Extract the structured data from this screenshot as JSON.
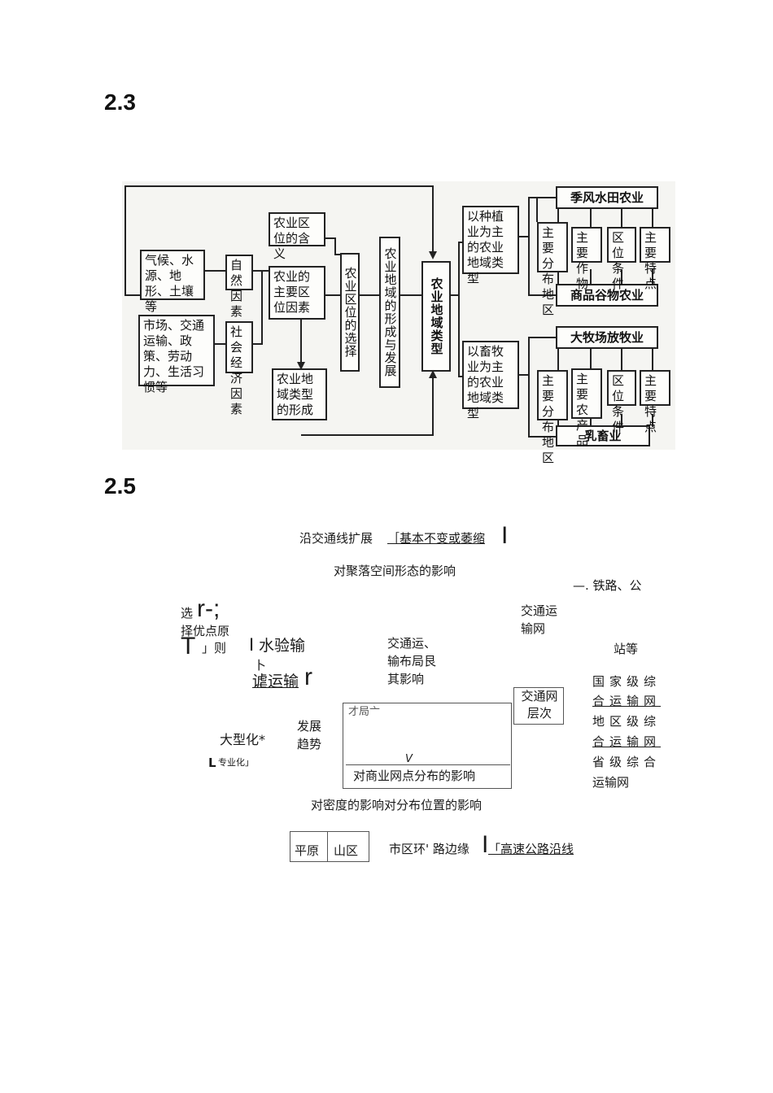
{
  "headings": {
    "h1": "2.3",
    "h2": "2.5"
  },
  "diagram1": {
    "climate": "气候、水源、地形、土壤等",
    "market": "市场、交通运输、政策、劳动力、生活习惯等",
    "natural": "自然因素",
    "social": "社会经济因素",
    "meaning": "农业区位的含义",
    "factors": "农业的主要区位因素",
    "formation": "农业地域类型的形成",
    "choice": "农业区位的选择",
    "develop": "农业地域的形成与发展",
    "types": "农业地域类型",
    "planting": "以种植业为主的农业地域类型",
    "livestock": "以畜牧业为主的农业地域类型",
    "monsoon": "季风水田农业",
    "grain": "商品谷物农业",
    "ranch": "大牧场放牧业",
    "dairy": "乳畜业",
    "area1": "主要分布地区",
    "crop": "主要作物",
    "cond1": "区位条件",
    "feat1": "主要特点",
    "area2": "主要分布地区",
    "product": "主要农产品",
    "cond2": "区位条件",
    "feat2": "主要特点"
  },
  "diagram2": {
    "line1_a": "沿交通线扩展",
    "line1_b": "［基本不变或萎缩",
    "line2": "对聚落空间形态的影响",
    "rail": "—. 铁路、公",
    "select": "选",
    "big1": "r-;",
    "select2": "择优点原",
    "rule_a": "T",
    "rule_b": "」则",
    "bar1": "I",
    "water": "水验输",
    "water2": "卜",
    "trans_a": "谑运输",
    "trans_b": "r",
    "layout": "交通运、输布局艮其影响",
    "net": "交通运输网",
    "station": "站等",
    "national": "国家级综",
    "national2": "合运输网",
    "regional": "地区级综",
    "regional2": "合运输网",
    "provincial": "省级综合",
    "provincial2": "运输网",
    "level": "交通网层次",
    "trend": "发展趋势",
    "large": "大型化*",
    "special_a": "L",
    "special_b": "专业化」",
    "box_top": "才局亠",
    "box_v": "V",
    "commerce": "对商业网点分布的影响",
    "density": "对密度的影响对分布位置的影响",
    "plain": "平原",
    "mountain": "山区",
    "ring": "市区环' 路边缘",
    "bar2": "I",
    "highway": "「高速公路沿线"
  }
}
